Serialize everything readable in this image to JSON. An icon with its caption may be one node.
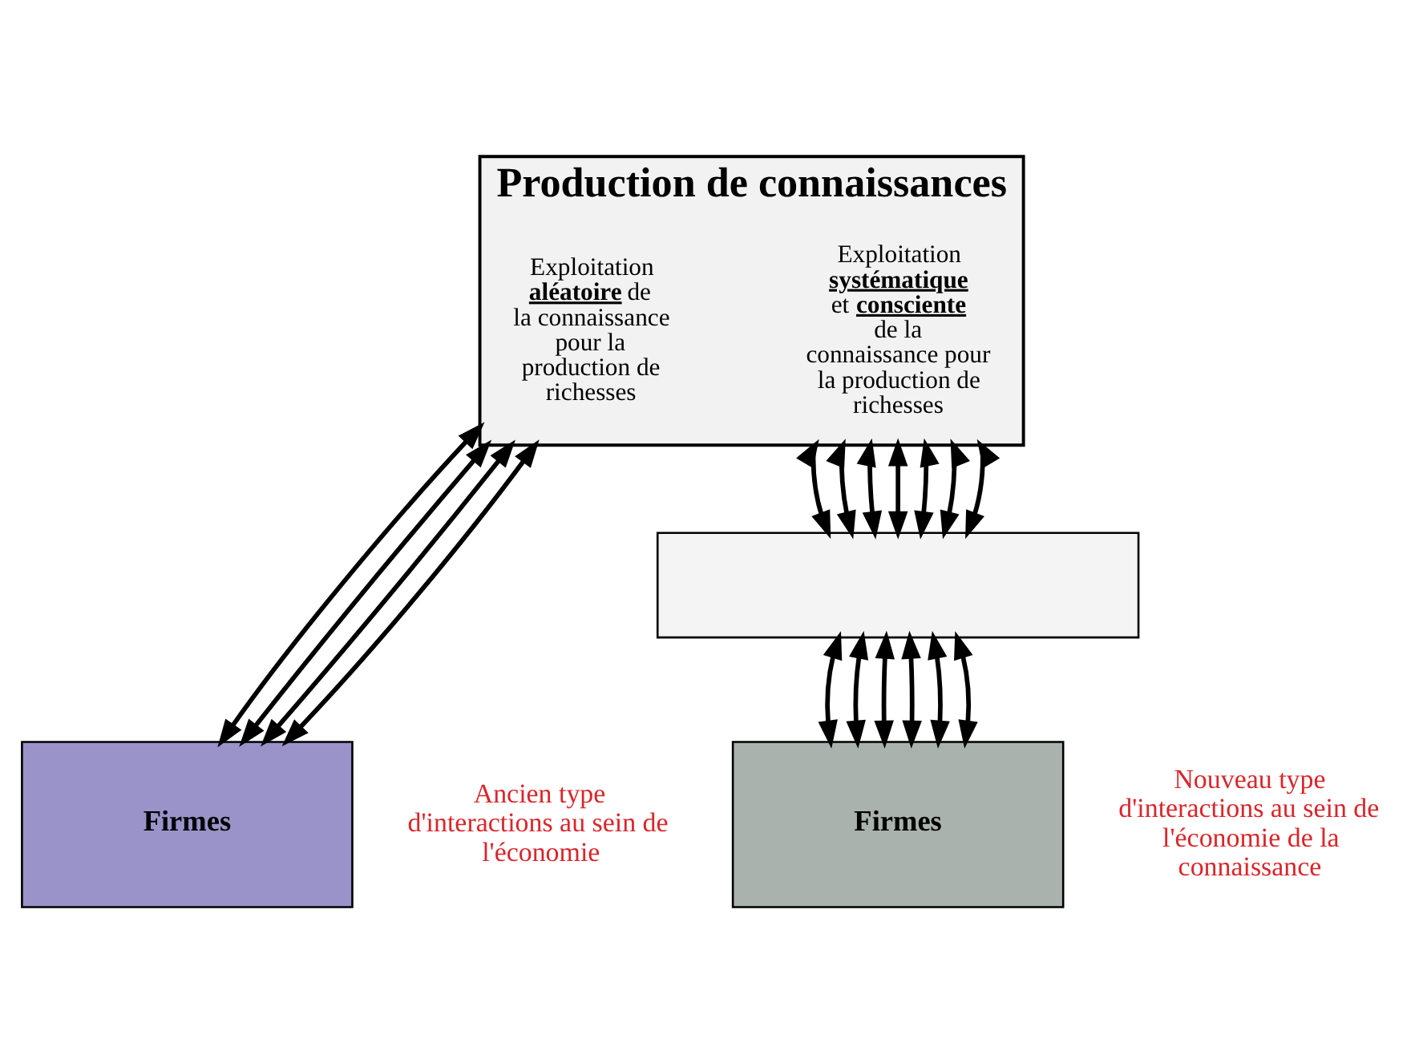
{
  "diagram": {
    "nodes": [
      {
        "text": [
          "Production de connaissances"
        ]
      },
      {
        "text": [
          "Exploitation **aléatoire** de la connaissance pour la production de richesses"
        ],
        "in": 0
      },
      {
        "text": [
          "Exploitation **systématique** et **consciente** de la connaissance pour la production de richesses"
        ],
        "in": 0
      },
      {
        "text": [
          "Firmes"
        ]
      },
      {
        "text": [],
        "shape": "box"
      },
      {
        "text": [
          "Firmes"
        ]
      }
    ],
    "edges": [
      {
        "from": 3,
        "to": 0,
        "arrow": "both"
      },
      {
        "from": 3,
        "to": 0,
        "arrow": "both"
      },
      {
        "from": 3,
        "to": 0,
        "arrow": "both"
      },
      {
        "from": 3,
        "to": 0,
        "arrow": "both"
      },
      {
        "from": 4,
        "to": 0,
        "arrow": "both"
      },
      {
        "from": 4,
        "to": 0,
        "arrow": "both"
      },
      {
        "from": 4,
        "to": 0,
        "arrow": "both"
      },
      {
        "from": 4,
        "to": 0,
        "arrow": "both"
      },
      {
        "from": 4,
        "to": 0,
        "arrow": "both"
      },
      {
        "from": 4,
        "to": 0,
        "arrow": "both"
      },
      {
        "from": 4,
        "to": 0,
        "arrow": "both"
      },
      {
        "from": 5,
        "to": 4,
        "arrow": "both"
      },
      {
        "from": 5,
        "to": 4,
        "arrow": "both"
      },
      {
        "from": 5,
        "to": 4,
        "arrow": "both"
      },
      {
        "from": 5,
        "to": 4,
        "arrow": "both"
      },
      {
        "from": 5,
        "to": 4,
        "arrow": "both"
      },
      {
        "from": 5,
        "to": 4,
        "arrow": "both"
      }
    ],
    "labels": [
      "Ancien type d'interactions au sein de l'économie",
      "Nouveau type d'interactions au sein de l'économie de la connaissance"
    ]
  }
}
